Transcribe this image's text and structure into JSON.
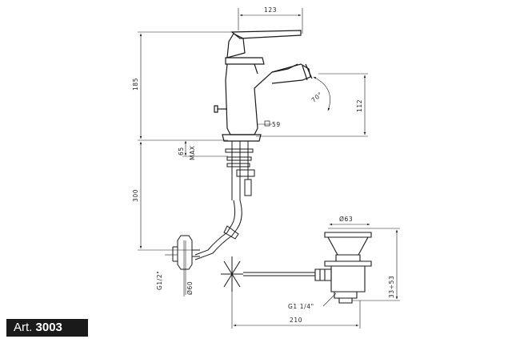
{
  "article": {
    "prefix": "Art.",
    "number": "3003"
  },
  "dimensions": {
    "width_top": "123",
    "height_total": "185",
    "spout_height": "112",
    "spout_angle": "70°",
    "hole_square": "59",
    "max_thickness_value": "65",
    "max_label": "MAX",
    "hose_length": "300",
    "inlet_thread": "G1/2\"",
    "inlet_diameter": "Ø60",
    "waste_top_diameter": "Ø63",
    "waste_height": "33÷53",
    "waste_thread": "G1 1/4\"",
    "rod_length": "210"
  },
  "colors": {
    "line": "#1a1a1a",
    "badge_background": "#1a1a1a",
    "badge_text": "#ffffff"
  }
}
